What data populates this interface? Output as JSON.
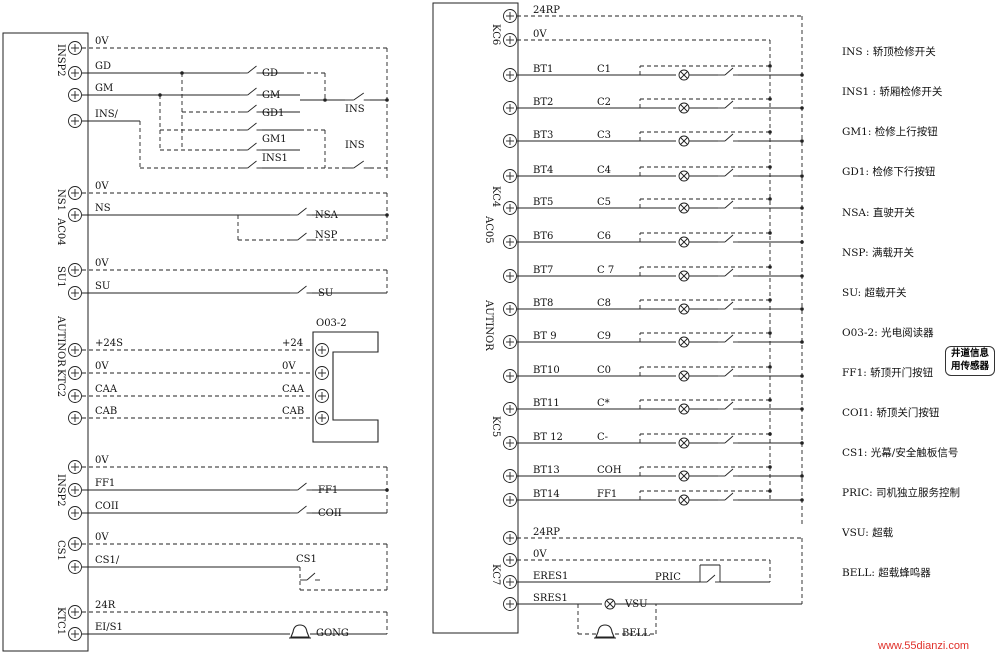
{
  "left_module": {
    "name": "AC04",
    "vendor": "AUTINOR",
    "groups": [
      {
        "id": "INSP2_top",
        "label": "INSP2",
        "wires": [
          "0V",
          "GD",
          "GM",
          "INS/"
        ]
      },
      {
        "id": "NS1",
        "label": "NS1",
        "wires": [
          "0V",
          "NS"
        ]
      },
      {
        "id": "SU1",
        "label": "SU1",
        "wires": [
          "0V",
          "SU"
        ]
      },
      {
        "id": "KTC2",
        "label": "KTC2",
        "wires": [
          "+24S",
          "0V",
          "CAA",
          "CAB"
        ]
      },
      {
        "id": "INSP2_bot",
        "label": "INSP2",
        "wires": [
          "0V",
          "FF1",
          "COII"
        ]
      },
      {
        "id": "CS1",
        "label": "CS1",
        "wires": [
          "0V",
          "CS1/"
        ]
      },
      {
        "id": "KTC1",
        "label": "KTC1",
        "wires": [
          "24R",
          "EI/S1"
        ]
      }
    ],
    "switches": {
      "gd": "GD",
      "gm": "GM",
      "gd1": "GD1",
      "gm1": "GM1",
      "ins1": "INS1",
      "ins_a": "INS",
      "ins_b": "INS",
      "nsa": "NSA",
      "nsp": "NSP",
      "su": "SU",
      "ff1": "FF1",
      "coii": "COII",
      "cs1": "CS1",
      "gong": "GONG"
    },
    "reader": {
      "title": "O03-2",
      "pins": [
        "+24",
        "0V",
        "CAA",
        "CAB"
      ]
    }
  },
  "right_module": {
    "name": "AC05",
    "vendor": "AUTINOR",
    "groups": [
      {
        "id": "KC6",
        "label": "KC6",
        "wires": [
          "24RP",
          "0V"
        ]
      },
      {
        "id": "KC4",
        "label": "KC4",
        "wires": [
          "BT1",
          "BT2",
          "BT3",
          "BT4",
          "BT5",
          "BT6",
          "BT7",
          "BT8",
          "BT 9"
        ]
      },
      {
        "id": "KC5",
        "label": "KC5",
        "wires": [
          "BT10",
          "BT11",
          "BT 12",
          "BT13",
          "BT14"
        ]
      },
      {
        "id": "KC7",
        "label": "KC7",
        "wires": [
          "24RP",
          "0V",
          "ERES1",
          "SRES1"
        ]
      }
    ],
    "calls": [
      "C1",
      "C2",
      "C3",
      "C4",
      "C5",
      "C6",
      "C 7",
      "C8",
      "C9",
      "C0",
      "C*",
      "C-",
      "COH",
      "FF1"
    ],
    "pric": "PRIC",
    "vsu": "VSU",
    "bell": "BELL"
  },
  "legend": [
    "INS : 轿顶检修开关",
    "INS1 : 轿厢检修开关",
    "GM1: 检修上行按钮",
    "GD1: 检修下行按钮",
    "NSA: 直驶开关",
    "NSP: 满载开关",
    "SU: 超载开关",
    "O03-2: 光电阅读器",
    "FF1: 轿顶开门按钮",
    "COI1: 轿顶关门按钮",
    "CS1: 光幕/安全触板信号",
    "PRIC: 司机独立服务控制",
    "VSU: 超载",
    "BELL: 超载蜂鸣器"
  ],
  "callout": [
    "井道信息",
    "用传感器"
  ],
  "watermark": "www.55dianzi.com"
}
